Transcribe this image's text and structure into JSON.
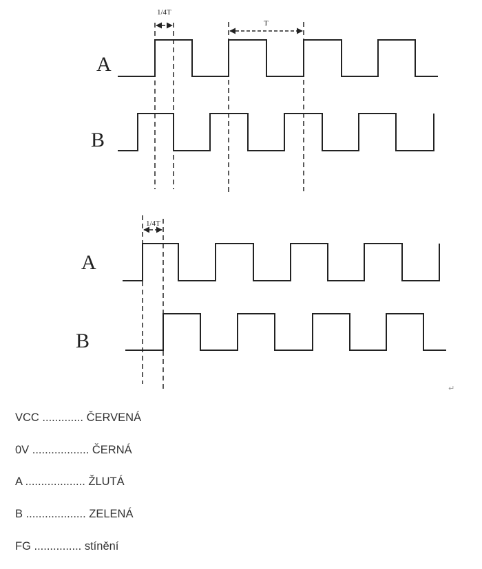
{
  "diagram_top": {
    "label_a": "A",
    "label_b": "B",
    "quarter_period_label": "1/4T",
    "period_label": "T"
  },
  "diagram_bottom": {
    "label_a": "A",
    "label_b": "B",
    "quarter_period_label": "1/4T"
  },
  "return_mark": "↵",
  "wiring_legend": [
    {
      "text": "VCC ............. ČERVENÁ"
    },
    {
      "text": "0V .................. ČERNÁ"
    },
    {
      "text": "A ................... ŽLUTÁ"
    },
    {
      "text": "B ................... ZELENÁ"
    },
    {
      "text": "FG ............... stínění"
    }
  ]
}
